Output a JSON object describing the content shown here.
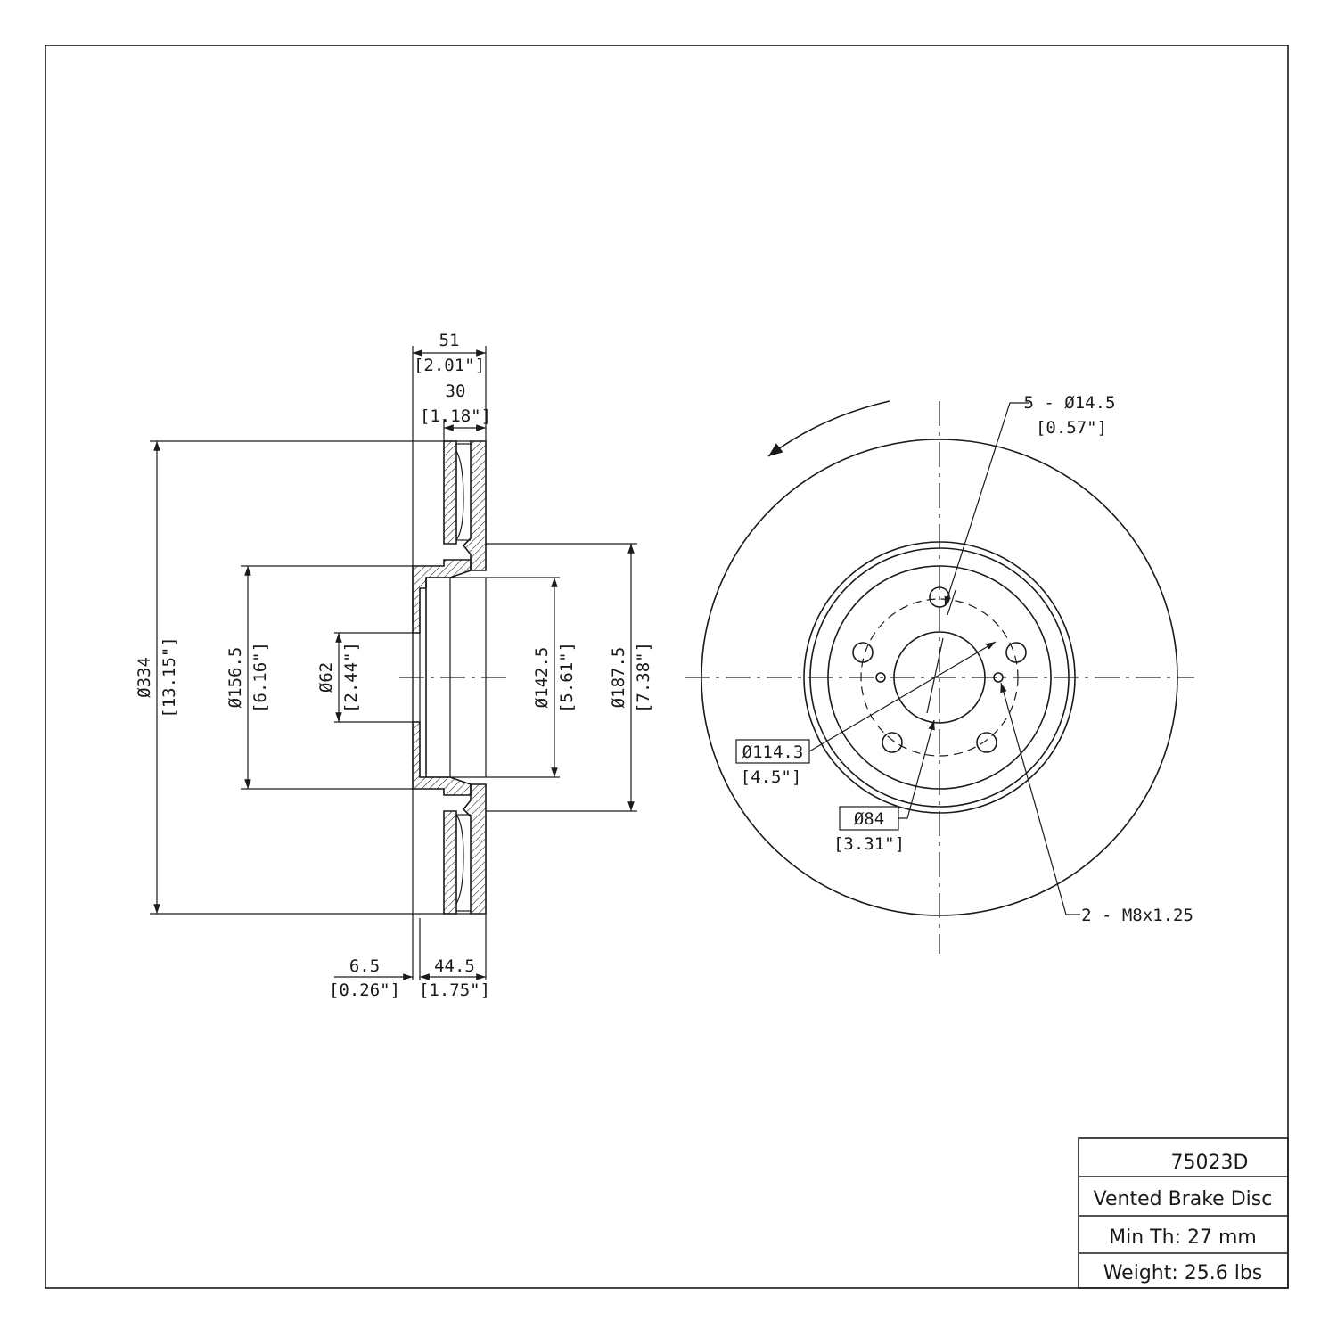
{
  "drawing": {
    "dimensions": {
      "width_total": {
        "mm": "51",
        "in": "[2.01\"]"
      },
      "disc_thickness": {
        "mm": "30",
        "in": "[1.18\"]"
      },
      "outer_diameter": {
        "mm": "Ø334",
        "in": "[13.15\"]"
      },
      "hat_diameter": {
        "mm": "Ø156.5",
        "in": "[6.16\"]"
      },
      "center_bore": {
        "mm": "Ø62",
        "in": "[2.44\"]"
      },
      "inner_hat": {
        "mm": "Ø142.5",
        "in": "[5.61\"]"
      },
      "braking_inner": {
        "mm": "Ø187.5",
        "in": "[7.38\"]"
      },
      "hat_thickness": {
        "mm": "6.5",
        "in": "[0.26\"]"
      },
      "hat_height": {
        "mm": "44.5",
        "in": "[1.75\"]"
      },
      "bolt_holes": {
        "mm": "5 - Ø14.5",
        "in": "[0.57\"]"
      },
      "bolt_circle": {
        "mm": "Ø114.3",
        "in": "[4.5\"]"
      },
      "pilot_circle": {
        "mm": "Ø84",
        "in": "[3.31\"]"
      },
      "threads": {
        "label": "2 - M8x1.25"
      }
    }
  },
  "title_block": {
    "part_number": "75023D",
    "description": "Vented Brake Disc",
    "min_thickness": "Min Th: 27 mm",
    "weight": "Weight: 25.6 lbs"
  }
}
